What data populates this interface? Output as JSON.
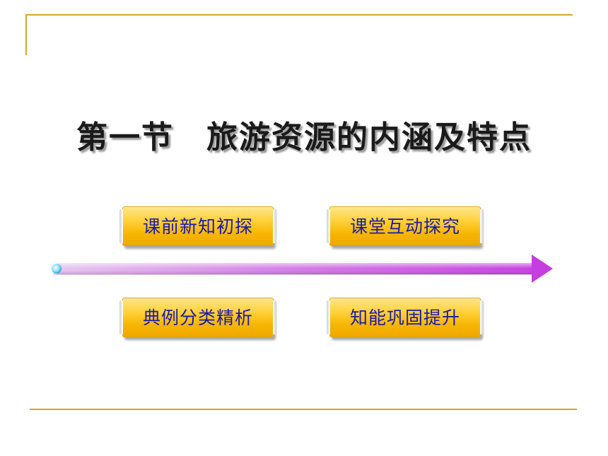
{
  "slide": {
    "title": "第一节　旅游资源的内涵及特点"
  },
  "nav": {
    "items": [
      {
        "label": "课前新知初探"
      },
      {
        "label": "课堂互动探究"
      },
      {
        "label": "典例分类精析"
      },
      {
        "label": "知能巩固提升"
      }
    ]
  },
  "colors": {
    "rule": "#d4a62a",
    "button_text": "#1a1aa8",
    "button_fill": "#ffd23c",
    "arrow": "#c63de0"
  }
}
